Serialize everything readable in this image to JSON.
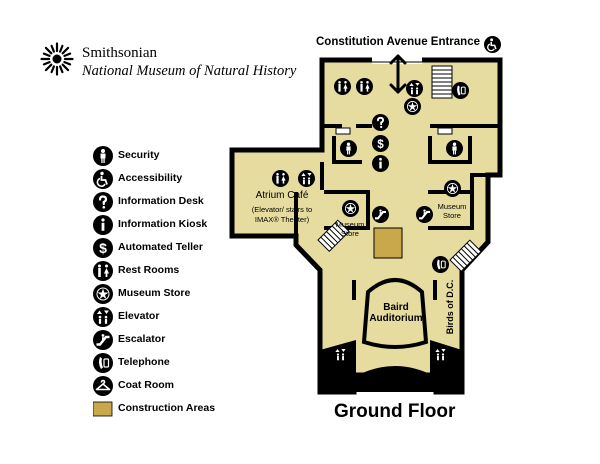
{
  "header": {
    "org": "Smithsonian",
    "museum": "National Museum of Natural History",
    "logo_icon": "smithsonian-sunburst-icon"
  },
  "map": {
    "entrance": "Constitution Avenue Entrance",
    "floor": "Ground Floor",
    "rooms": {
      "atrium_name": "Atrium Café",
      "atrium_note_1": "(Elevator/ stairs to",
      "atrium_note_2": "IMAX® Theater)",
      "store_left_1": "Museum",
      "store_left_2": "Store",
      "store_right_1": "Museum",
      "store_right_2": "Store",
      "auditorium_1": "Baird",
      "auditorium_2": "Auditorium",
      "birds": "Birds of D.C."
    },
    "colors": {
      "floor": "#e6dca0",
      "walls": "#000000",
      "construction": "#c9a84c"
    }
  },
  "legend": [
    {
      "label": "Security",
      "icon": "security-icon"
    },
    {
      "label": "Accessibility",
      "icon": "accessibility-icon"
    },
    {
      "label": "Information Desk",
      "icon": "information-desk-icon"
    },
    {
      "label": "Information Kiosk",
      "icon": "information-kiosk-icon"
    },
    {
      "label": "Automated Teller",
      "icon": "atm-icon"
    },
    {
      "label": "Rest Rooms",
      "icon": "restroom-icon"
    },
    {
      "label": "Museum Store",
      "icon": "museum-store-icon"
    },
    {
      "label": "Elevator",
      "icon": "elevator-icon"
    },
    {
      "label": "Escalator",
      "icon": "escalator-icon"
    },
    {
      "label": "Telephone",
      "icon": "telephone-icon"
    },
    {
      "label": "Coat Room",
      "icon": "coat-room-icon"
    },
    {
      "label": "Construction Areas",
      "icon": "construction-area-swatch"
    }
  ]
}
